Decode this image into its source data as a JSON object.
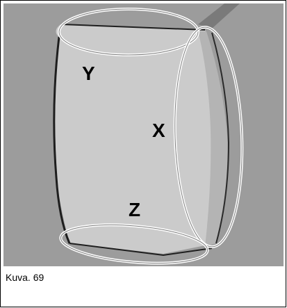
{
  "figure": {
    "label_x": "X",
    "label_y": "Y",
    "label_z": "Z",
    "caption": "Kuva. 69"
  },
  "colors": {
    "background_gray": "#9c9c9c",
    "object_gray": "#cbcbcb",
    "outline": "#ffffff",
    "edge": "#1e1e1e"
  }
}
